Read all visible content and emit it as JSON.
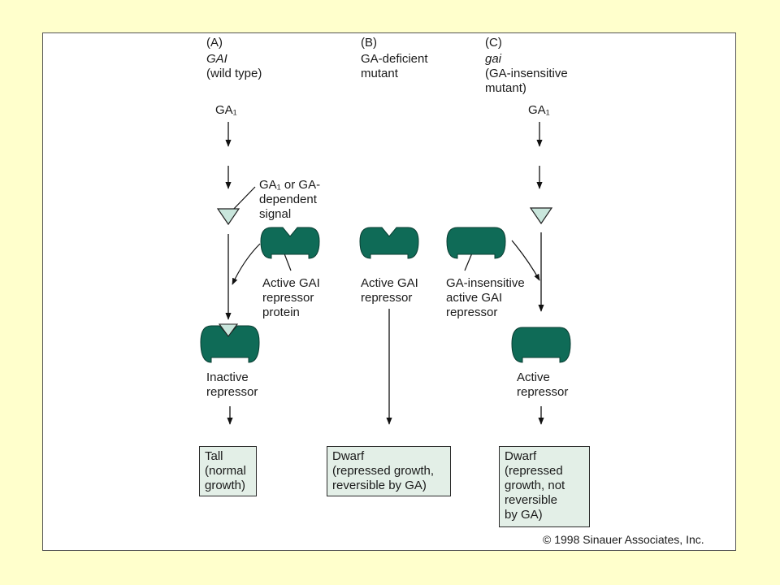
{
  "colors": {
    "background": "#ffffcc",
    "protein": "#0f6b57",
    "triangle_fill": "#c9e6dc",
    "box_fill": "#e3efe7"
  },
  "columns": {
    "a": {
      "letter": "(A)",
      "gene": "GAI",
      "gene_note": "(wild type)",
      "signal": "GA₁",
      "signal_label": "GA₁ or GA-\ndependent\nsignal",
      "protein_label": "Active GAI\nrepressor\nprotein",
      "complex_label": "Inactive\nrepressor",
      "outcome": "Tall\n(normal\ngrowth)"
    },
    "b": {
      "letter": "(B)",
      "gene_note": "GA-deficient\nmutant",
      "protein_label": "Active GAI\nrepressor",
      "outcome": "Dwarf\n(repressed growth,\nreversible by GA)"
    },
    "c": {
      "letter": "(C)",
      "gene": "gai",
      "gene_note": "(GA-insensitive\nmutant)",
      "signal": "GA₁",
      "protein_label": "GA-insensitive\nactive GAI\nrepressor",
      "complex_label": "Active\nrepressor",
      "outcome": "Dwarf\n(repressed\ngrowth, not\nreversible\nby GA)"
    }
  },
  "copyright": "© 1998 Sinauer Associates, Inc."
}
